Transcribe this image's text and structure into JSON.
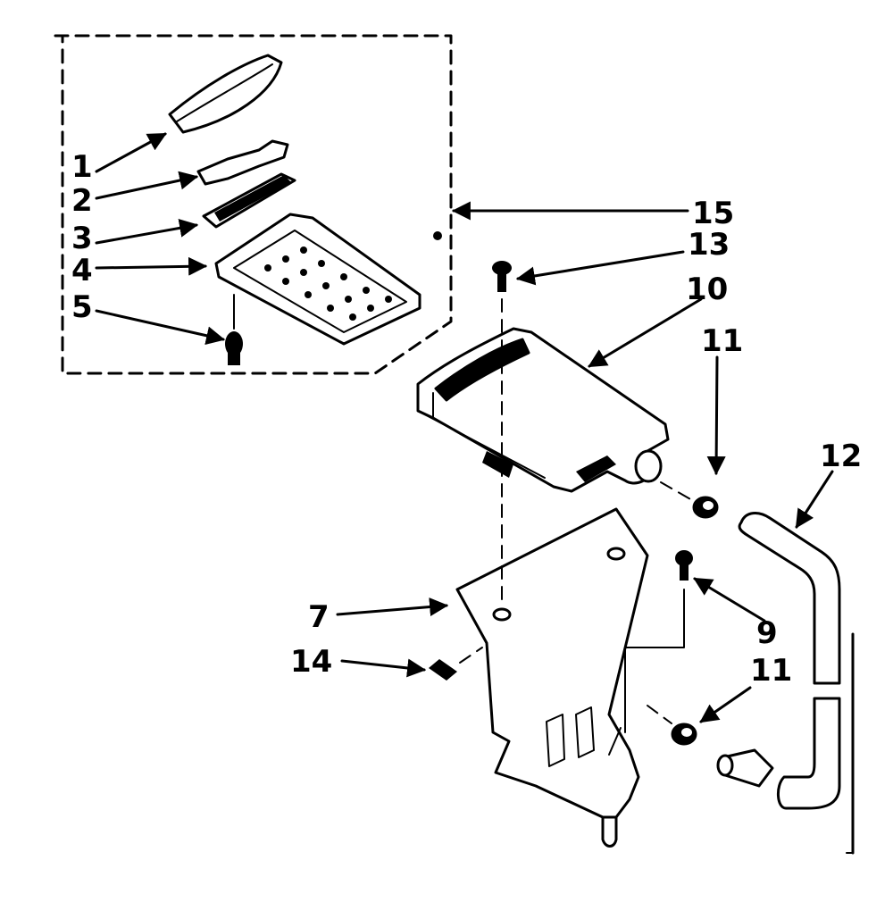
{
  "diagram": {
    "callouts": [
      "1",
      "2",
      "3",
      "4",
      "5",
      "7",
      "9",
      "10",
      "11",
      "11",
      "12",
      "13",
      "14",
      "15"
    ]
  }
}
